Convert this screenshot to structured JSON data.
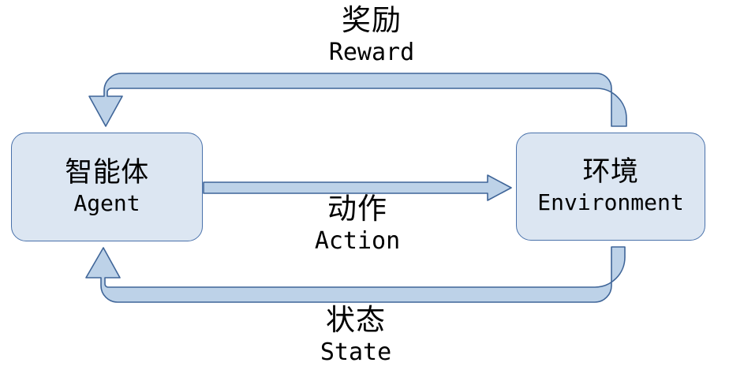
{
  "diagram": {
    "type": "reinforcement-learning-loop",
    "background_color": "#ffffff",
    "nodes": [
      {
        "id": "agent",
        "label_cn": "智能体",
        "label_en": "Agent",
        "fill_color": "#dce6f2",
        "border_color": "#4a72ab"
      },
      {
        "id": "environment",
        "label_cn": "环境",
        "label_en": "Environment",
        "fill_color": "#dce6f2",
        "border_color": "#4a72ab"
      }
    ],
    "edges": [
      {
        "id": "reward",
        "label_cn": "奖励",
        "label_en": "Reward",
        "from": "environment",
        "to": "agent",
        "fill_color": "#bdd2e8",
        "border_color": "#3f6598"
      },
      {
        "id": "action",
        "label_cn": "动作",
        "label_en": "Action",
        "from": "agent",
        "to": "environment",
        "fill_color": "#bdd2e8",
        "border_color": "#3f6598"
      },
      {
        "id": "state",
        "label_cn": "状态",
        "label_en": "State",
        "from": "environment",
        "to": "agent",
        "fill_color": "#bdd2e8",
        "border_color": "#3f6598"
      }
    ]
  }
}
